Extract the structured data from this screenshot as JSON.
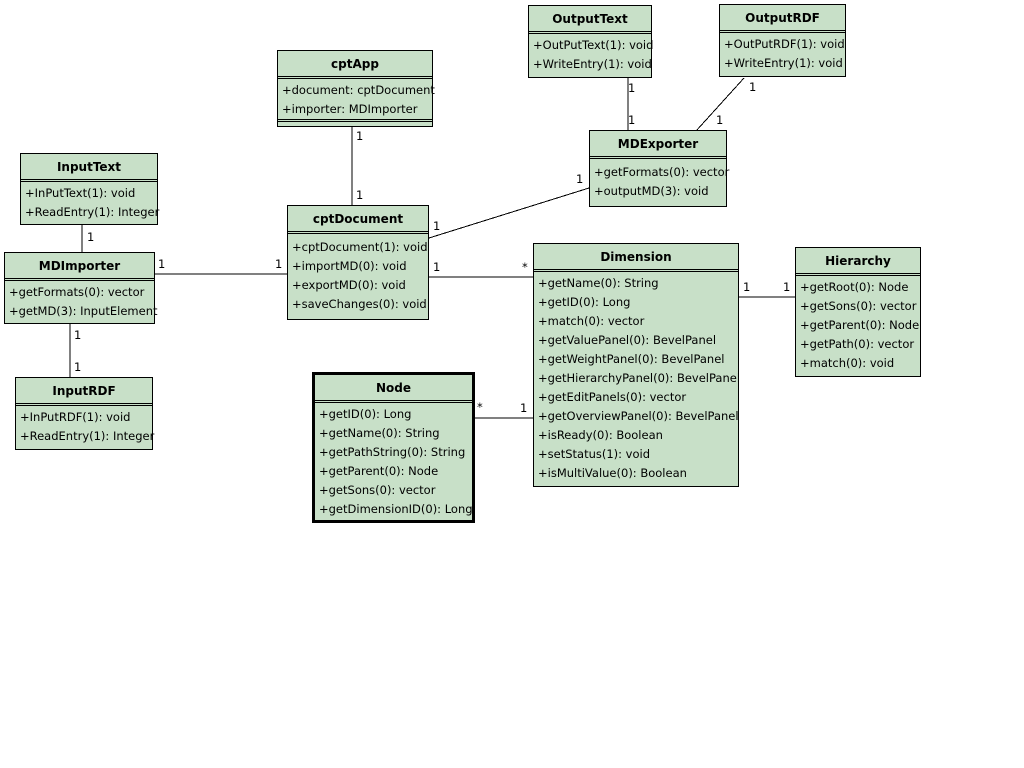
{
  "classes": {
    "outputtext": {
      "name": "OutputText",
      "attributes": [],
      "operations": [
        "+OutPutText(1): void",
        "+WriteEntry(1): void"
      ]
    },
    "outputrdf": {
      "name": "OutputRDF",
      "attributes": [],
      "operations": [
        "+OutPutRDF(1): void",
        "+WriteEntry(1): void"
      ]
    },
    "cptapp": {
      "name": "cptApp",
      "attributes": [
        "+document: cptDocument",
        "+importer: MDImporter"
      ],
      "operations": []
    },
    "mdexporter": {
      "name": "MDExporter",
      "attributes": [],
      "operations": [
        "+getFormats(0): vector",
        "+outputMD(3): void"
      ]
    },
    "inputtext": {
      "name": "InputText",
      "attributes": [],
      "operations": [
        "+InPutText(1): void",
        "+ReadEntry(1): Integer"
      ]
    },
    "cptdocument": {
      "name": "cptDocument",
      "attributes": [],
      "operations": [
        "+cptDocument(1): void",
        "+importMD(0): void",
        "+exportMD(0): void",
        "+saveChanges(0): void"
      ]
    },
    "mdimporter": {
      "name": "MDImporter",
      "attributes": [],
      "operations": [
        "+getFormats(0): vector",
        "+getMD(3): InputElement"
      ]
    },
    "dimension": {
      "name": "Dimension",
      "attributes": [],
      "operations": [
        "+getName(0): String",
        "+getID(0): Long",
        "+match(0): vector",
        "+getValuePanel(0): BevelPanel",
        "+getWeightPanel(0): BevelPanel",
        "+getHierarchyPanel(0): BevelPanel",
        "+getEditPanels(0): vector",
        "+getOverviewPanel(0): BevelPanel",
        "+isReady(0): Boolean",
        "+setStatus(1): void",
        "+isMultiValue(0): Boolean"
      ]
    },
    "hierarchy": {
      "name": "Hierarchy",
      "attributes": [],
      "operations": [
        "+getRoot(0): Node",
        "+getSons(0): vector",
        "+getParent(0): Node",
        "+getPath(0): vector",
        "+match(0): void"
      ]
    },
    "inputrdf": {
      "name": "InputRDF",
      "attributes": [],
      "operations": [
        "+InPutRDF(1): void",
        "+ReadEntry(1): Integer"
      ]
    },
    "node": {
      "name": "Node",
      "attributes": [],
      "operations": [
        "+getID(0): Long",
        "+getName(0): String",
        "+getPathString(0): String",
        "+getParent(0): Node",
        "+getSons(0): vector",
        "+getDimensionID(0): Long"
      ]
    }
  },
  "multiplicities": {
    "outputtext_a": "1",
    "outputtext_b": "1",
    "outputrdf_a": "1",
    "outputrdf_b": "1",
    "cptapp_a": "1",
    "cptapp_b": "1",
    "exporter_a": "1",
    "exporter_b": "1",
    "inputtext_a": "1",
    "importer_a": "1",
    "importer_b": "1",
    "dimension_a": "1",
    "dimension_b": "*",
    "hierarchy_a": "1",
    "hierarchy_b": "1",
    "inputrdf_a": "1",
    "inputrdf_b": "1",
    "node_a": "*",
    "node_b": "1"
  }
}
